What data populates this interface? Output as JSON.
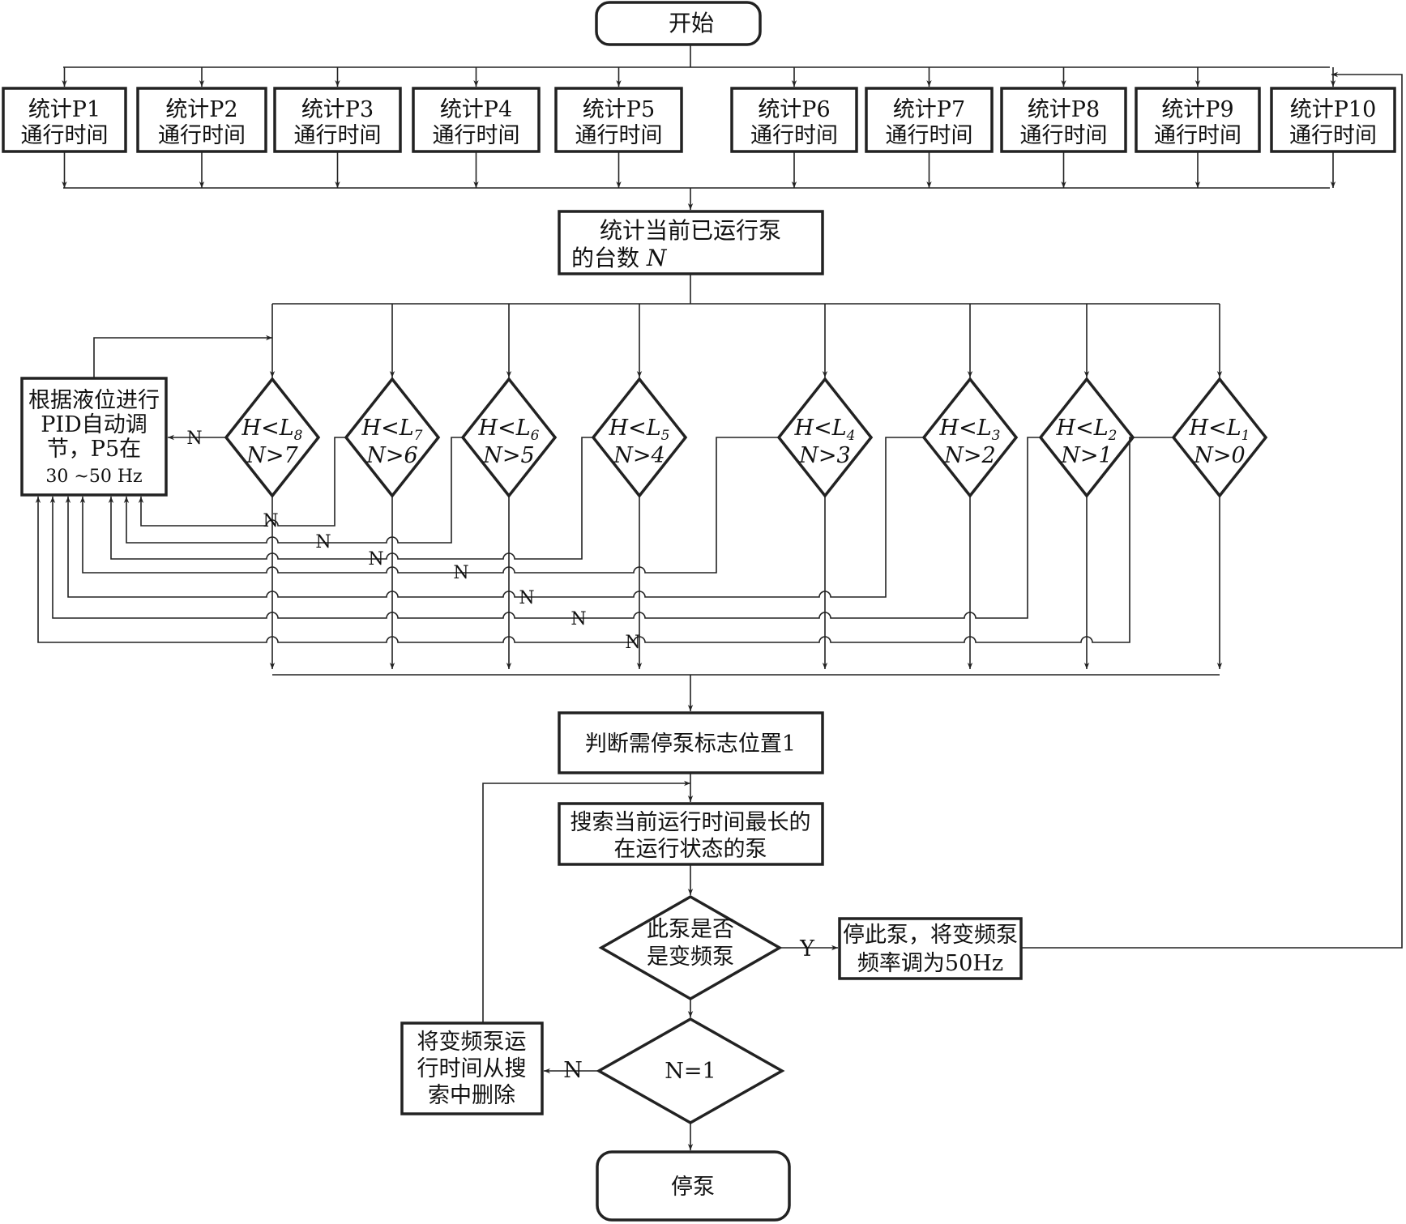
{
  "start": "开始",
  "stats": [
    {
      "line1": "统计P1",
      "line2": "通行时间"
    },
    {
      "line1": "统计P2",
      "line2": "通行时间"
    },
    {
      "line1": "统计P3",
      "line2": "通行时间"
    },
    {
      "line1": "统计P4",
      "line2": "通行时间"
    },
    {
      "line1": "统计P5",
      "line2": "通行时间"
    },
    {
      "line1": "统计P6",
      "line2": "通行时间"
    },
    {
      "line1": "统计P7",
      "line2": "通行时间"
    },
    {
      "line1": "统计P8",
      "line2": "通行时间"
    },
    {
      "line1": "统计P9",
      "line2": "通行时间"
    },
    {
      "line1": "统计P10",
      "line2": "通行时间"
    }
  ],
  "count": {
    "line1": "统计当前已运行泵",
    "line2": "的台数",
    "var": "N"
  },
  "decisions": [
    {
      "idx": "8",
      "cmp": "N>7"
    },
    {
      "idx": "7",
      "cmp": "N>6"
    },
    {
      "idx": "6",
      "cmp": "N>5"
    },
    {
      "idx": "5",
      "cmp": "N>4"
    },
    {
      "idx": "4",
      "cmp": "N>3"
    },
    {
      "idx": "3",
      "cmp": "N>2"
    },
    {
      "idx": "2",
      "cmp": "N>1"
    },
    {
      "idx": "1",
      "cmp": "N>0"
    }
  ],
  "decision_prefix": "H<L",
  "pid": {
    "line1": "根据液位进行",
    "line2": "PID自动调",
    "line3": "节，P5在",
    "line4": "30 ~50 Hz"
  },
  "no": "N",
  "yes": "Y",
  "flag": "判断需停泵标志位置1",
  "search": {
    "line1": "搜索当前运行时间最长的",
    "line2": "在运行状态的泵"
  },
  "isvfd": {
    "line1": "此泵是否",
    "line2": "是变频泵"
  },
  "stopset": {
    "line1": "停此泵，将变频泵",
    "line2": "频率调为50Hz"
  },
  "n1": "N=1",
  "remove": {
    "line1": "将变频泵运",
    "line2": "行时间从搜",
    "line3": "索中删除"
  },
  "stop": "停泵"
}
